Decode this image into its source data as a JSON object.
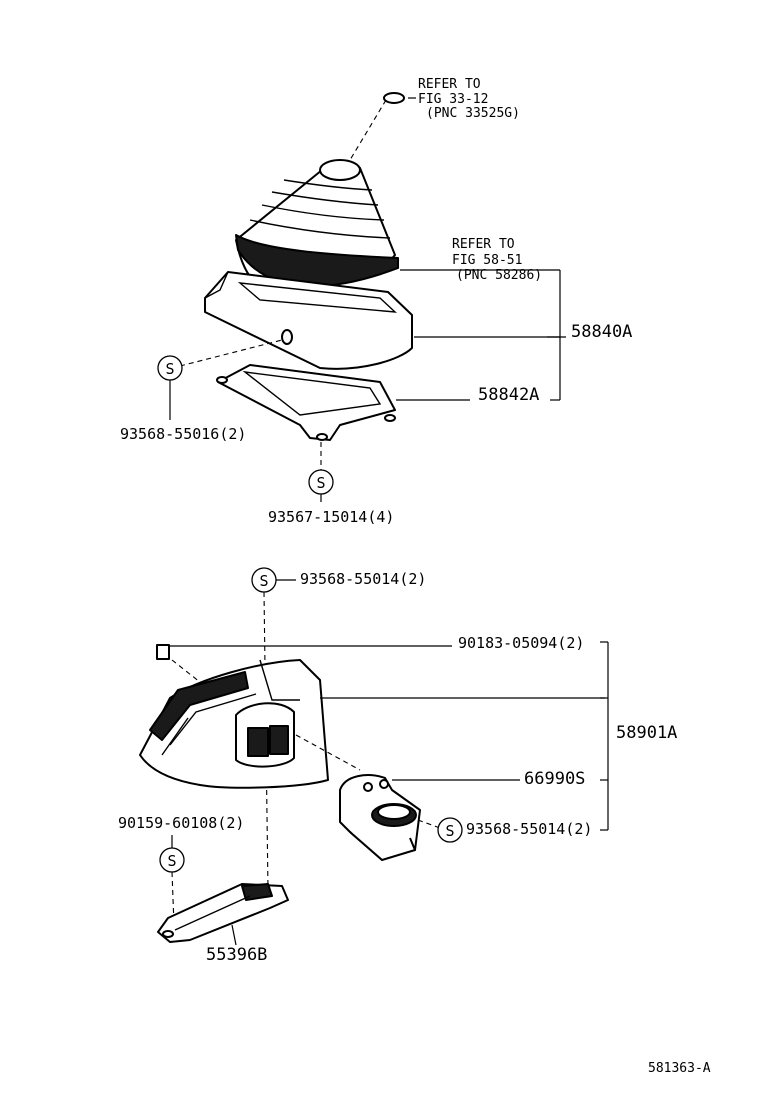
{
  "labels": {
    "refer1_line1": "REFER TO",
    "refer1_line2": "FIG 33-12",
    "refer1_line3": "(PNC 33525G)",
    "refer2_line1": "REFER TO",
    "refer2_line2": "FIG 58-51",
    "refer2_line3": "(PNC 58286)",
    "p58840A": "58840A",
    "p58842A": "58842A",
    "p93568_55016": "93568-55016(2)",
    "p93567_15014": "93567-15014(4)",
    "p93568_55014_top": "93568-55014(2)",
    "p90183_05094": "90183-05094(2)",
    "p58901A": "58901A",
    "p66990S": "66990S",
    "p90159_60108": "90159-60108(2)",
    "p93568_55014_bottom": "93568-55014(2)",
    "p55396B": "55396B",
    "figure_id": "581363-A"
  },
  "symbols": {
    "screw_letter": "S"
  }
}
